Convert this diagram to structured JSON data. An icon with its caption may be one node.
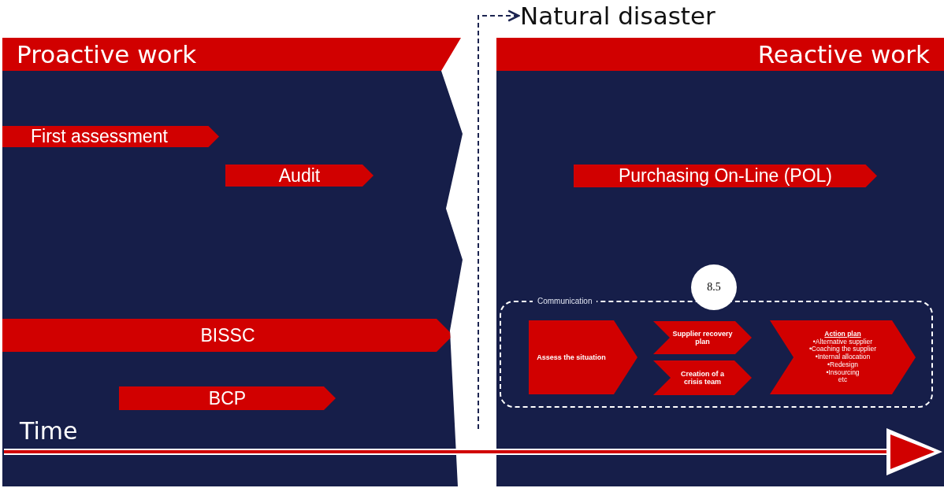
{
  "diagram": {
    "nodes": [
      {
        "text": [
          "Proactive work"
        ]
      },
      {
        "text": [
          "First assessment"
        ],
        "in": 0
      },
      {
        "text": [
          "Audit"
        ],
        "in": 0
      },
      {
        "text": [
          "BISSC"
        ],
        "in": 0
      },
      {
        "text": [
          "BCP"
        ],
        "in": 0
      },
      {
        "text": [
          "Reactive work"
        ]
      },
      {
        "text": [
          "Purchasing On-Line (POL)"
        ],
        "in": 5
      },
      {
        "text": [
          "Communication"
        ],
        "in": 5
      },
      {
        "text": [
          "Assess the situation"
        ],
        "in": 7
      },
      {
        "text": [
          "Supplier recovery plan"
        ],
        "in": 7
      },
      {
        "text": [
          "Creation of a crisis team"
        ],
        "in": 7
      },
      {
        "text": [
          "Action plan",
          "•Alternative supplier",
          "•Coaching the supplier",
          "•Internal allocation",
          "•Redesign",
          "•Insourcing",
          "etc"
        ],
        "in": 7
      },
      {
        "text": [
          "8.5"
        ],
        "in": 5
      },
      {
        "text": [
          "Natural disaster"
        ]
      }
    ],
    "edges": [
      {
        "from": null,
        "to": 13,
        "arrow": "to",
        "style": "dashed"
      }
    ],
    "labels": [
      "Time"
    ]
  }
}
